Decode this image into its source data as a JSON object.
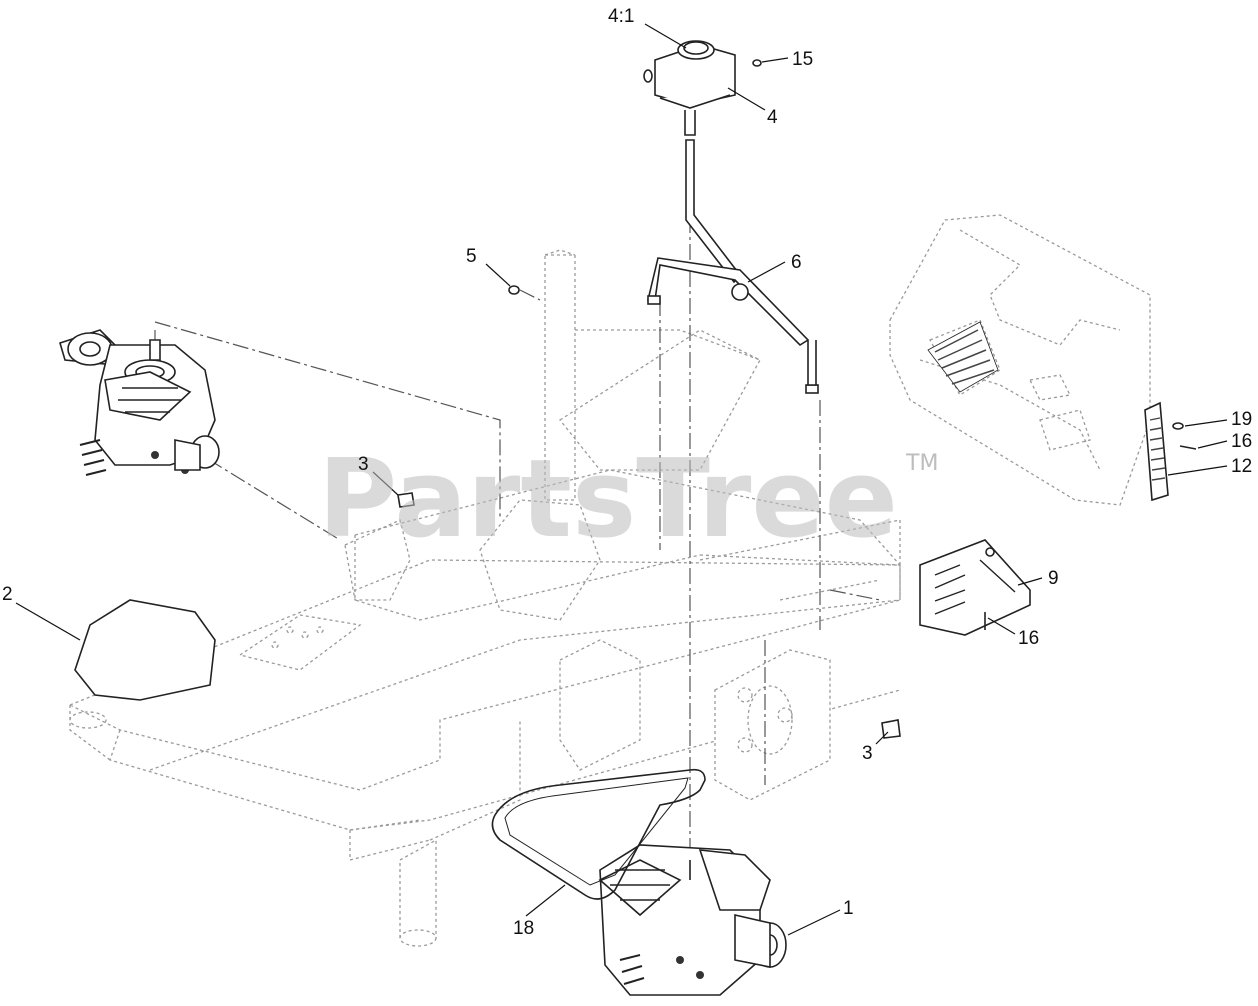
{
  "watermark": {
    "text": "PartsTree",
    "trademark": "TM"
  },
  "callouts": [
    {
      "id": "c-4-1",
      "label": "4:1"
    },
    {
      "id": "c-15",
      "label": "15"
    },
    {
      "id": "c-4",
      "label": "4"
    },
    {
      "id": "c-5",
      "label": "5"
    },
    {
      "id": "c-6",
      "label": "6"
    },
    {
      "id": "c-3a",
      "label": "3"
    },
    {
      "id": "c-19",
      "label": "19"
    },
    {
      "id": "c-16a",
      "label": "16"
    },
    {
      "id": "c-12",
      "label": "12"
    },
    {
      "id": "c-2",
      "label": "2"
    },
    {
      "id": "c-9",
      "label": "9"
    },
    {
      "id": "c-16b",
      "label": "16"
    },
    {
      "id": "c-3b",
      "label": "3"
    },
    {
      "id": "c-1",
      "label": "1"
    },
    {
      "id": "c-18",
      "label": "18"
    }
  ],
  "colors": {
    "linework": "#222222",
    "ghost_frame": "#9a9a9a",
    "watermark": "#bdbdbd"
  }
}
